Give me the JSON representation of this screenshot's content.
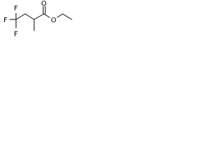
{
  "structure": {
    "atoms": {
      "fluorine_top": "F",
      "fluorine_left": "F",
      "fluorine_bottom": "F",
      "carbonyl_oxygen": "O",
      "ester_oxygen": "O"
    }
  },
  "colors": {
    "bond": "#000000",
    "label": "#000000",
    "background": "#ffffff"
  }
}
